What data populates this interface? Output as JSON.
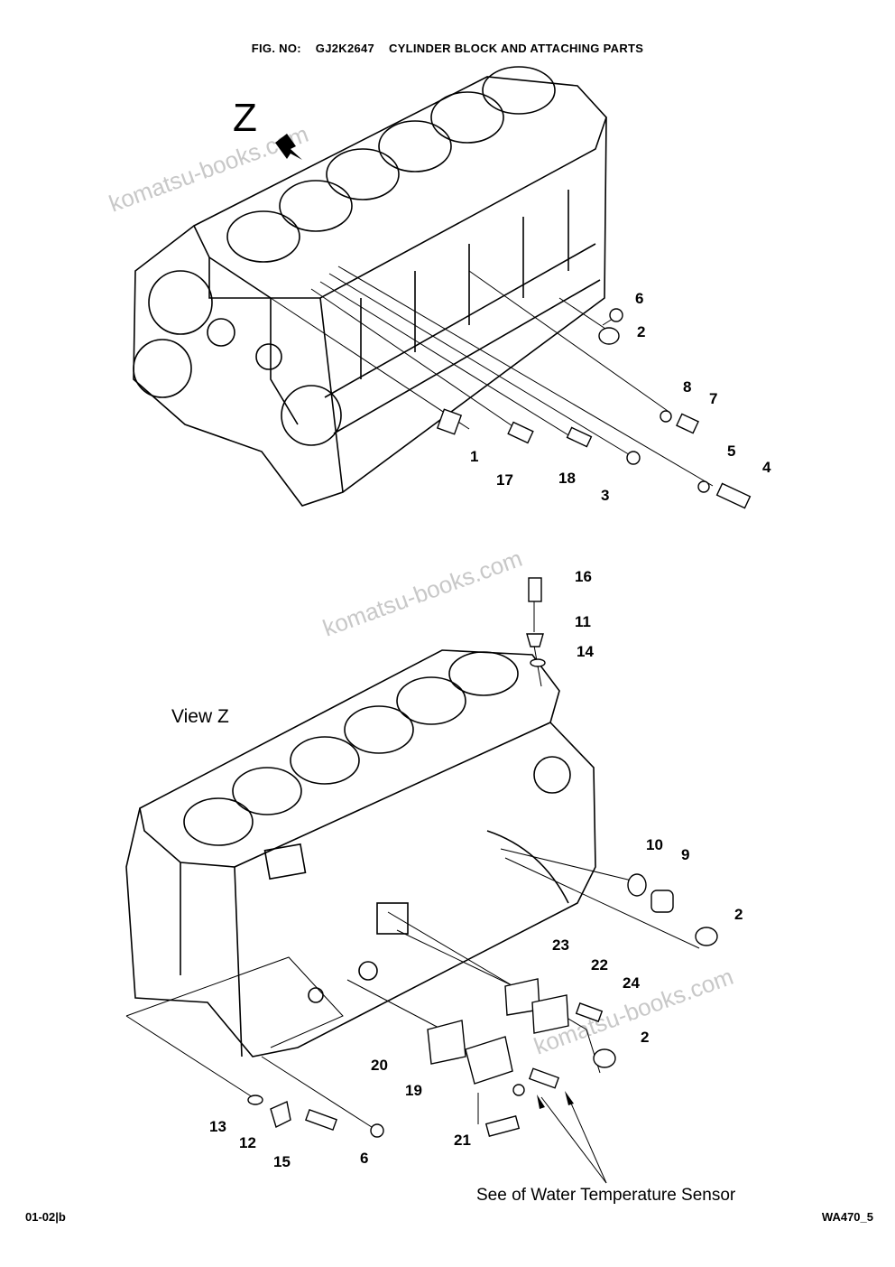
{
  "header": {
    "fig_label": "FIG. NO:",
    "fig_number": "GJ2K2647",
    "fig_title": "CYLINDER BLOCK AND ATTACHING PARTS"
  },
  "view_arrow_label": "Z",
  "view_label": "View  Z",
  "sensor_note": "See of Water Temperature Sensor",
  "watermark": "komatsu-books.com",
  "footer": {
    "left": "01-02|b",
    "right": "WA470_5"
  },
  "callouts_top": [
    "6",
    "2",
    "8",
    "7",
    "5",
    "4",
    "1",
    "17",
    "18",
    "3"
  ],
  "callouts_bottom": [
    "16",
    "11",
    "14",
    "10",
    "9",
    "2",
    "23",
    "22",
    "24",
    "2",
    "20",
    "19",
    "21",
    "13",
    "12",
    "15",
    "6"
  ],
  "colors": {
    "line": "#000000",
    "watermark": "#c8c8c8"
  }
}
